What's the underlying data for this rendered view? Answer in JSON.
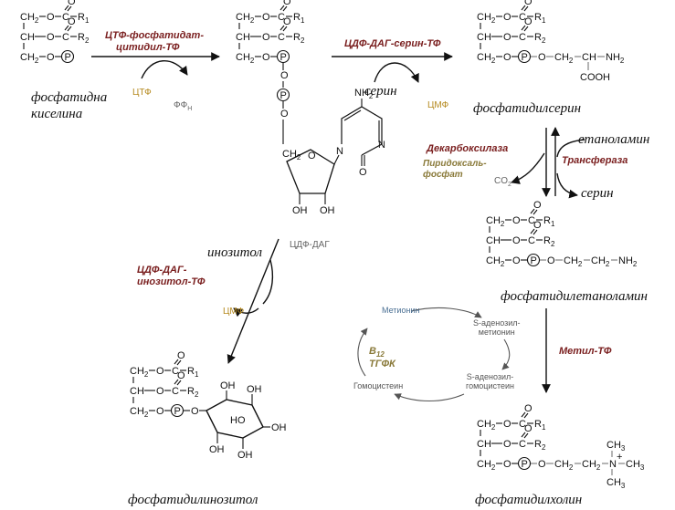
{
  "substrates": {
    "phosphatidic_acid": [
      "фосфатидна",
      "киселина"
    ],
    "phosphatidylserine": "фосфатидилсерин",
    "phosphatidylethanolamine": "фосфатидилетаноламин",
    "phosphatidylcholine": "фосфатидилхолин",
    "phosphatidylinositol": "фосфатидилинозитол",
    "cdp_dag": "ЦДФ-ДАГ"
  },
  "enzymes": {
    "ctp_pa_cytidyltf": [
      "ЦТФ-фосфатидат-",
      "цитидил-ТФ"
    ],
    "cdp_dag_serine_tf": "ЦДФ-ДАГ-серин-ТФ",
    "cdp_dag_inositol_tf": [
      "ЦДФ-ДАГ-",
      "инозитол-ТФ"
    ],
    "decarboxylase": "Декарбоксилаза",
    "transferase": "Трансфераза",
    "methyl_tf": "Метил-ТФ"
  },
  "cosubstrates": {
    "ctp": "ЦТФ",
    "ppi": "ФФ",
    "ppi_sub": "Н",
    "cmp_1": "ЦМФ",
    "cmp_2": "ЦМФ",
    "serine_1": "серин",
    "serine_2": "серин",
    "ethanolamine": "етаноламин",
    "inositol": "инозитол",
    "co2": "CO",
    "co2_sub": "2",
    "pyridoxal": [
      "Пиридоксаль-",
      "фосфат"
    ]
  },
  "methyl_cycle": {
    "methionine": "Метионин",
    "sam": [
      "S-аденозил-",
      "метионин"
    ],
    "sah": [
      "S-аденозил-",
      "гомоцистеин"
    ],
    "homocysteine": "Гомоцистеин",
    "cofactor_b12": "B",
    "cofactor_b12_sub": "12",
    "cofactor_thf": "ТГФК"
  },
  "chem_text": {
    "ch2": "CH",
    "ch": "CH",
    "o": "O",
    "c": "C",
    "r1": "R",
    "r2": "R",
    "p": "P",
    "nh2": "NH",
    "cooh": "COOH",
    "oh": "OH",
    "ho": "HO",
    "n": "N",
    "ch3": "CH",
    "plus": "+"
  }
}
